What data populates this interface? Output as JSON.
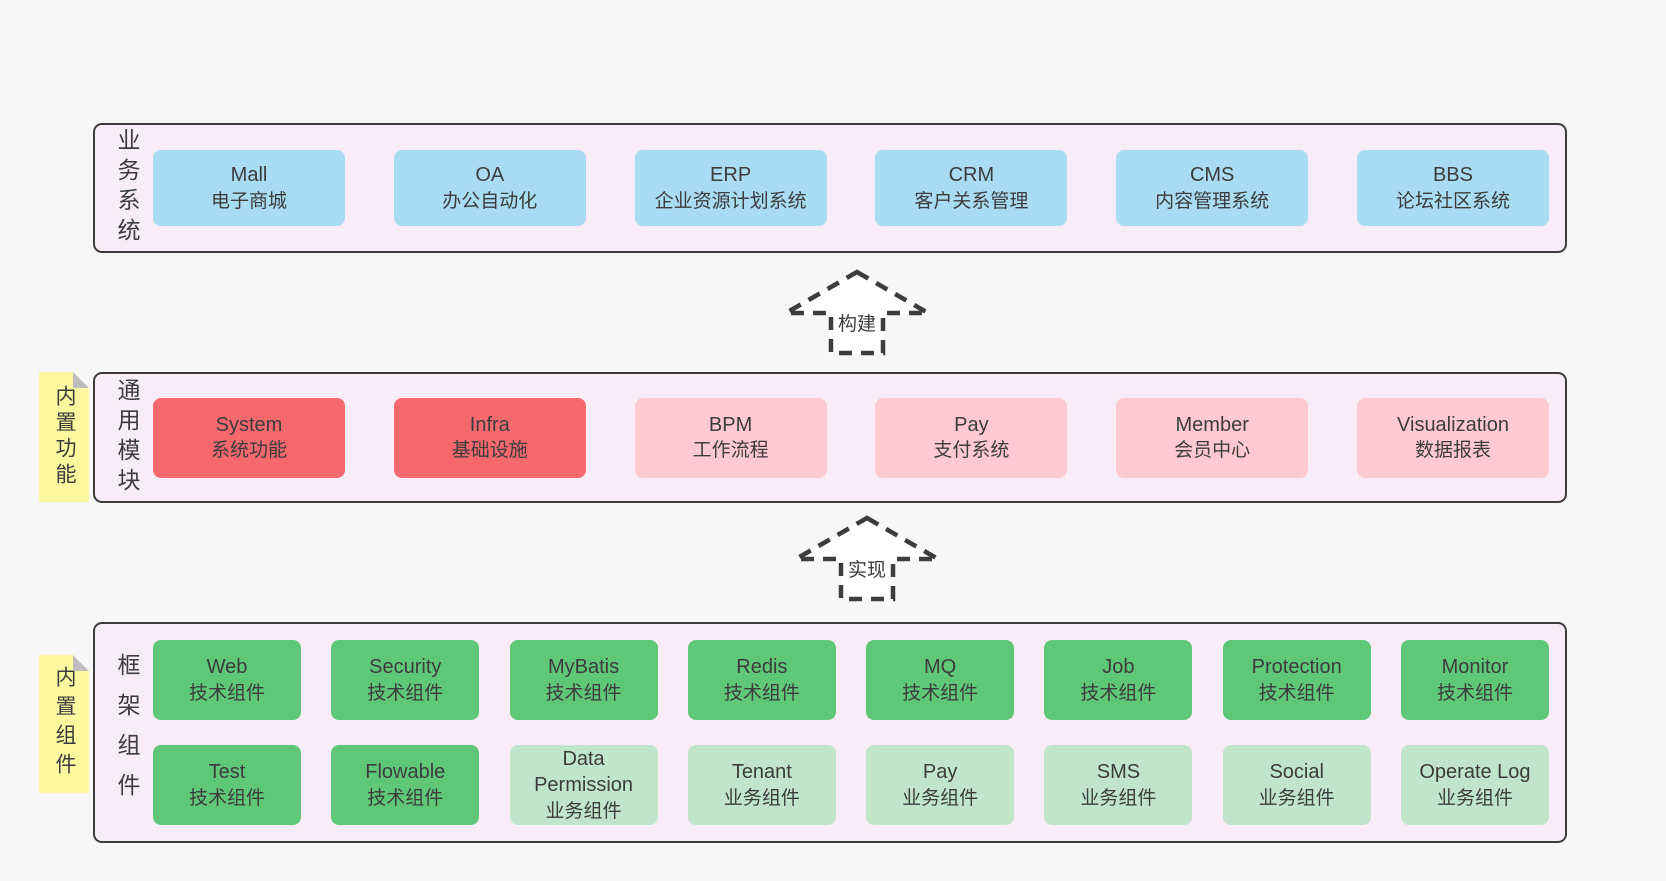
{
  "diagram": {
    "arrows": [
      {
        "label": "构建"
      },
      {
        "label": "实现"
      }
    ],
    "bands": [
      {
        "label": "业务系统",
        "boxes": [
          {
            "name": "Mall",
            "desc": "电子商城"
          },
          {
            "name": "OA",
            "desc": "办公自动化"
          },
          {
            "name": "ERP",
            "desc": "企业资源计划系统"
          },
          {
            "name": "CRM",
            "desc": "客户关系管理"
          },
          {
            "name": "CMS",
            "desc": "内容管理系统"
          },
          {
            "name": "BBS",
            "desc": "论坛社区系统"
          }
        ]
      },
      {
        "label": "通用模块",
        "sticky": "内置功能",
        "boxes": [
          {
            "name": "System",
            "desc": "系统功能",
            "type": "red"
          },
          {
            "name": "Infra",
            "desc": "基础设施",
            "type": "red"
          },
          {
            "name": "BPM",
            "desc": "工作流程",
            "type": "pink"
          },
          {
            "name": "Pay",
            "desc": "支付系统",
            "type": "pink"
          },
          {
            "name": "Member",
            "desc": "会员中心",
            "type": "pink"
          },
          {
            "name": "Visualization",
            "desc": "数据报表",
            "type": "pink"
          }
        ]
      },
      {
        "label": "框架组件",
        "sticky": "内置组件",
        "rows": [
          [
            {
              "name": "Web",
              "desc": "技术组件",
              "type": "green"
            },
            {
              "name": "Security",
              "desc": "技术组件",
              "type": "green"
            },
            {
              "name": "MyBatis",
              "desc": "技术组件",
              "type": "green"
            },
            {
              "name": "Redis",
              "desc": "技术组件",
              "type": "green"
            },
            {
              "name": "MQ",
              "desc": "技术组件",
              "type": "green"
            },
            {
              "name": "Job",
              "desc": "技术组件",
              "type": "green"
            },
            {
              "name": "Protection",
              "desc": "技术组件",
              "type": "green"
            },
            {
              "name": "Monitor",
              "desc": "技术组件",
              "type": "green"
            }
          ],
          [
            {
              "name": "Test",
              "desc": "技术组件",
              "type": "green"
            },
            {
              "name": "Flowable",
              "desc": "技术组件",
              "type": "green"
            },
            {
              "name": "Data Permission",
              "desc": "业务组件",
              "type": "lightgreen"
            },
            {
              "name": "Tenant",
              "desc": "业务组件",
              "type": "lightgreen"
            },
            {
              "name": "Pay",
              "desc": "业务组件",
              "type": "lightgreen"
            },
            {
              "name": "SMS",
              "desc": "业务组件",
              "type": "lightgreen"
            },
            {
              "name": "Social",
              "desc": "业务组件",
              "type": "lightgreen"
            },
            {
              "name": "Operate Log",
              "desc": "业务组件",
              "type": "lightgreen"
            }
          ]
        ]
      }
    ],
    "colors": {
      "page_bg": "#f7f7f7",
      "band_bg": "#f8edf6",
      "band_border": "#3d3d3d",
      "blue": "#a9dcf3",
      "red": "#f5696e",
      "pink": "#ffc9d2",
      "green": "#5fc878",
      "light_green": "#c0e5ca",
      "sticky_yellow": "#fbf89f",
      "sticky_fold": "#bdbdbd",
      "text": "#3c3c3c"
    }
  }
}
